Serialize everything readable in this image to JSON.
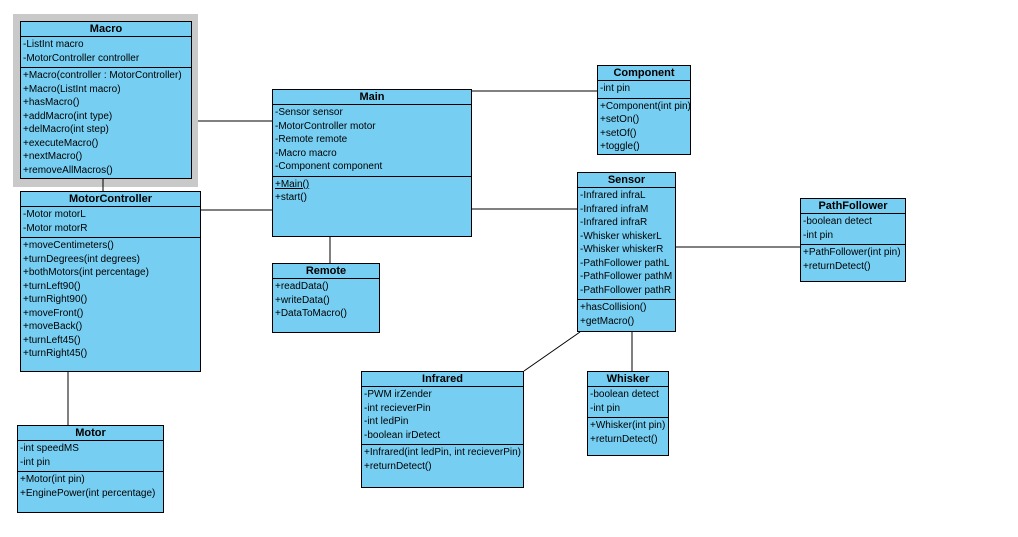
{
  "canvas": {
    "background": "#FFFFFF",
    "box_fill": "#76CEF2",
    "box_border": "#000000",
    "selection_color": "#C9C9C9"
  },
  "classes": [
    {
      "name": "Macro",
      "selected": true,
      "attributes": [
        "-ListInt macro",
        "-MotorController controller"
      ],
      "methods": [
        "+Macro(controller : MotorController)",
        "+Macro(ListInt macro)",
        "+hasMacro()",
        "+addMacro(int type)",
        "+delMacro(int step)",
        "+executeMacro()",
        "+nextMacro()",
        "+removeAllMacros()"
      ]
    },
    {
      "name": "MotorController",
      "selected": false,
      "attributes": [
        "-Motor motorL",
        "-Motor motorR"
      ],
      "methods": [
        "+moveCentimeters()",
        "+turnDegrees(int degrees)",
        "+bothMotors(int percentage)",
        "+turnLeft90()",
        "+turnRight90()",
        "+moveFront()",
        "+moveBack()",
        "+turnLeft45()",
        "+turnRight45()"
      ]
    },
    {
      "name": "Motor",
      "selected": false,
      "attributes": [
        "-int speedMS",
        "-int pin"
      ],
      "methods": [
        "+Motor(int pin)",
        "+EnginePower(int percentage)"
      ]
    },
    {
      "name": "Main",
      "selected": false,
      "attributes": [
        "-Sensor sensor",
        "-MotorController motor",
        "-Remote remote",
        "-Macro macro",
        "-Component component"
      ],
      "methods": [
        {
          "text": "+Main()",
          "static": true
        },
        "+start()"
      ]
    },
    {
      "name": "Remote",
      "selected": false,
      "attributes": [],
      "methods": [
        "+readData()",
        "+writeData()",
        "+DataToMacro()"
      ]
    },
    {
      "name": "Component",
      "selected": false,
      "attributes": [
        "-int pin"
      ],
      "methods": [
        "+Component(int pin)",
        "+setOn()",
        "+setOf()",
        "+toggle()"
      ]
    },
    {
      "name": "Sensor",
      "selected": false,
      "attributes": [
        "-Infrared infraL",
        "-Infrared infraM",
        "-Infrared infraR",
        "-Whisker whiskerL",
        "-Whisker whiskerR",
        "-PathFollower pathL",
        "-PathFollower pathM",
        "-PathFollower pathR"
      ],
      "methods": [
        "+hasCollision()",
        "+getMacro()"
      ]
    },
    {
      "name": "PathFollower",
      "selected": false,
      "attributes": [
        "-boolean detect",
        "-int pin"
      ],
      "methods": [
        "+PathFollower(int pin)",
        "+returnDetect()"
      ]
    },
    {
      "name": "Infrared",
      "selected": false,
      "attributes": [
        "-PWM irZender",
        "-int recieverPin",
        "-int ledPin",
        "-boolean irDetect"
      ],
      "methods": [
        "+Infrared(int ledPin, int recieverPin)",
        "+returnDetect()"
      ]
    },
    {
      "name": "Whisker",
      "selected": false,
      "attributes": [
        "-boolean detect",
        "-int pin"
      ],
      "methods": [
        "+Whisker(int pin)",
        "+returnDetect()"
      ]
    }
  ],
  "connections": [
    {
      "from": "Macro",
      "to": "Main"
    },
    {
      "from": "Macro",
      "to": "MotorController"
    },
    {
      "from": "MotorController",
      "to": "Main"
    },
    {
      "from": "MotorController",
      "to": "Motor"
    },
    {
      "from": "Main",
      "to": "Remote"
    },
    {
      "from": "Main",
      "to": "Component"
    },
    {
      "from": "Main",
      "to": "Sensor"
    },
    {
      "from": "Sensor",
      "to": "PathFollower"
    },
    {
      "from": "Sensor",
      "to": "Infrared"
    },
    {
      "from": "Sensor",
      "to": "Whisker"
    }
  ]
}
